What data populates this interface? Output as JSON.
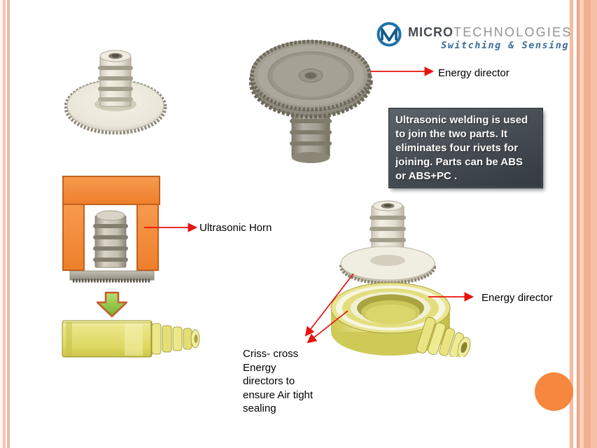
{
  "slide": {
    "logo": {
      "brand_bold": "MICRO",
      "brand_light": "TECHNOLOGIES",
      "tagline": "Switching & Sensing"
    },
    "note_box": {
      "text": "Ultrasonic welding is used\nto join the two parts. It\neliminates four rivets for\njoining. Parts can be ABS\nor ABS+PC ."
    },
    "annotations": {
      "energy_director_top": "Energy director",
      "ultrasonic_horn": "Ultrasonic Horn",
      "energy_director_bottom": "Energy director",
      "criss_cross": "Criss- cross\nEnergy\ndirectors to\nensure Air tight\nsealing"
    },
    "figures": [
      {
        "name": "barb-fitting-on-knurled-disc"
      },
      {
        "name": "knurled-disc-top-view-with-barb"
      },
      {
        "name": "ultrasonic-horn-over-part"
      },
      {
        "name": "green-down-arrow"
      },
      {
        "name": "welded-assembly-side-view"
      },
      {
        "name": "exploded-assembly-with-energy-directors"
      }
    ],
    "colors": {
      "accent_orange": "#F6873E",
      "horn_orange": "#F2893B",
      "arrow_red": "#E8120E",
      "note_bg": "#474E55",
      "part_ivory": "#EDEADD",
      "part_gray": "#A5A195",
      "part_yellow": "#E7E382",
      "green_arrow": "#8DC63F",
      "border_salmon": "#F4BFA8",
      "logo_blue": "#1E72A8",
      "tagline_blue": "#3C6D96"
    }
  }
}
